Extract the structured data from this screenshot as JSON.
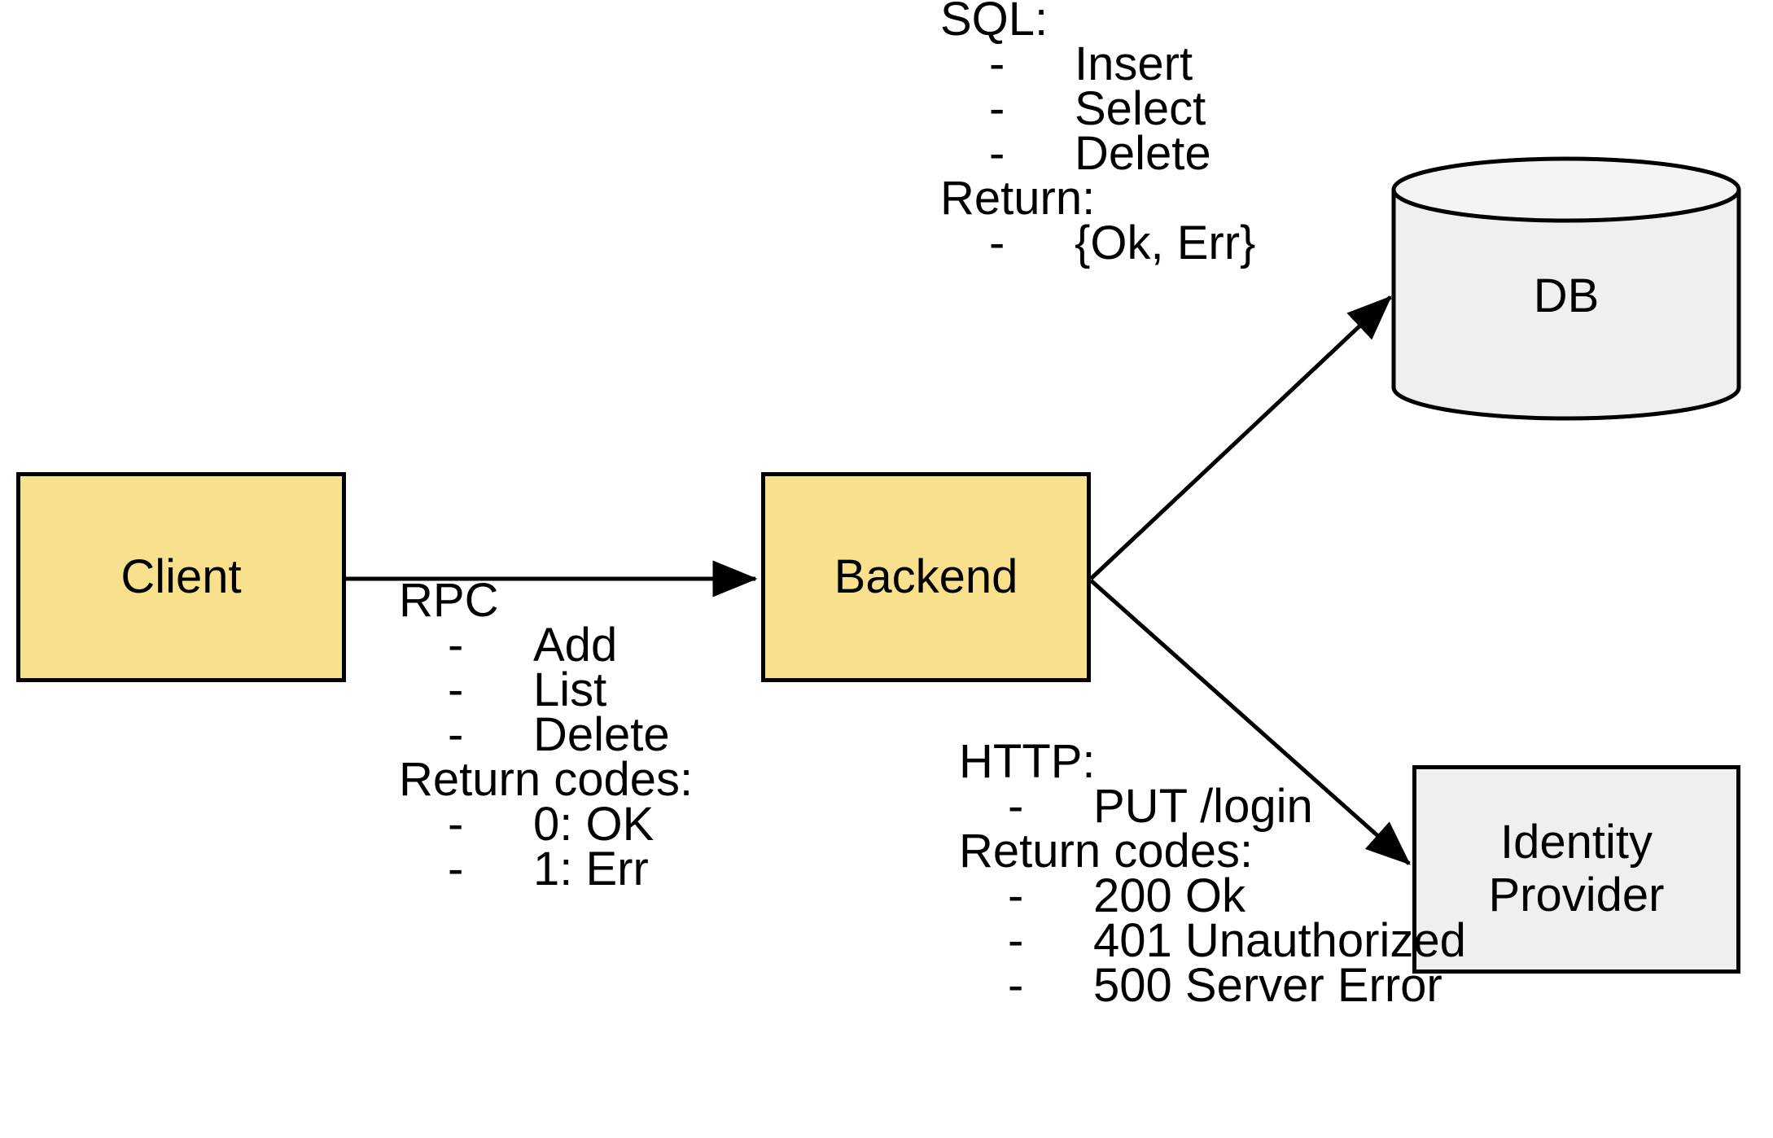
{
  "diagram": {
    "title": "Client / Backend / DB / Identity Provider architecture",
    "colors": {
      "node_yellow": "#F8E08C",
      "node_gray": "#EFEFEF",
      "stroke": "#000000",
      "background": "#FFFFFF"
    }
  },
  "nodes": {
    "client": {
      "label": "Client",
      "shape": "rectangle",
      "fill": "#F8E08C"
    },
    "backend": {
      "label": "Backend",
      "shape": "rectangle",
      "fill": "#F8E08C"
    },
    "db": {
      "label": "DB",
      "shape": "cylinder",
      "fill": "#EFEFEF"
    },
    "identity_provider": {
      "label": "Identity\nProvider",
      "shape": "rectangle",
      "fill": "#EFEFEF"
    }
  },
  "edges": {
    "client_to_backend": {
      "from": "Client",
      "to": "Backend",
      "arrow": "single",
      "annotation": "rpc"
    },
    "backend_to_db": {
      "from": "Backend",
      "to": "DB",
      "arrow": "single",
      "annotation": "sql"
    },
    "backend_to_idp": {
      "from": "Backend",
      "to": "Identity Provider",
      "arrow": "single",
      "annotation": "http"
    }
  },
  "annotations": {
    "rpc": {
      "header": "RPC",
      "items": [
        "Add",
        "List",
        "Delete"
      ],
      "subheader": "Return codes:",
      "returns": [
        "0: OK",
        "1: Err"
      ],
      "bullet": "-"
    },
    "sql": {
      "header": "SQL:",
      "items": [
        "Insert",
        "Select",
        "Delete"
      ],
      "subheader": "Return:",
      "returns": [
        "{Ok, Err}"
      ],
      "bullet": "-"
    },
    "http": {
      "header": "HTTP:",
      "items": [
        "PUT /login"
      ],
      "subheader": "Return codes:",
      "returns": [
        "200 Ok",
        "401 Unauthorized",
        "500 Server Error"
      ],
      "bullet": "-"
    }
  }
}
